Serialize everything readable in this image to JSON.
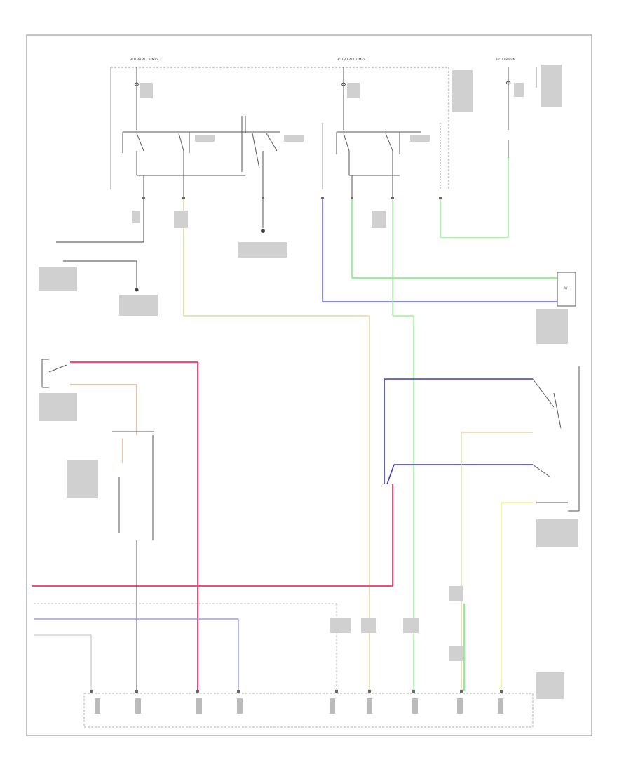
{
  "diagram": {
    "footer_code": "",
    "fuse_panel_labels": {
      "left_fuse_label": "HOT AT ALL TIMES",
      "right_fuse_label": "HOT AT ALL TIMES",
      "far_right_fuse_label": "HOT IN RUN"
    },
    "components": {
      "left_relay": "",
      "mid_relay": "",
      "right_relay": "",
      "left_switch": "",
      "right_connector": "",
      "bottom_module": ""
    },
    "wire_colors": {
      "red": "#ff3b6e",
      "tan": "#e8e0b0",
      "blue": "#5555ee",
      "green": "#66ee66",
      "yellow": "#f0f080",
      "navy": "#3333bb",
      "light_blue": "#9a9af5",
      "black": "#444444"
    }
  }
}
